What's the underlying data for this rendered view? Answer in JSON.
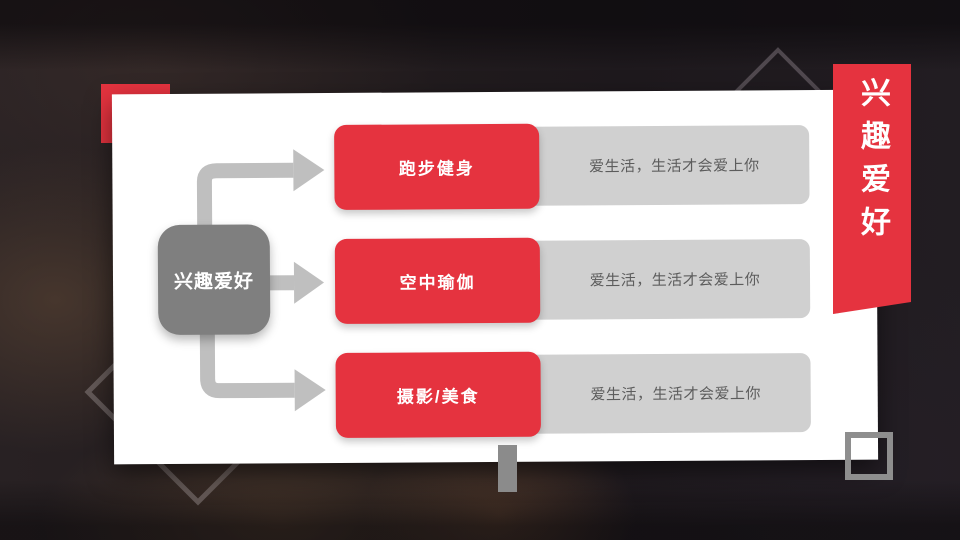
{
  "slide": {
    "banner": {
      "title": "兴趣爱好"
    },
    "center_node": {
      "label": "兴趣爱好"
    },
    "rows": [
      {
        "label": "跑步健身",
        "description": "爱生活，生活才会爱上你"
      },
      {
        "label": "空中瑜伽",
        "description": "爱生活，生活才会爱上你"
      },
      {
        "label": "摄影/美食",
        "description": "爱生活，生活才会爱上你"
      }
    ],
    "colors": {
      "accent_red": "#e5333f",
      "node_gray": "#7f7f7f",
      "panel_gray": "#d0d0d0",
      "arrow_gray": "#bfbfbf",
      "desc_text": "#5c5c5c"
    }
  }
}
